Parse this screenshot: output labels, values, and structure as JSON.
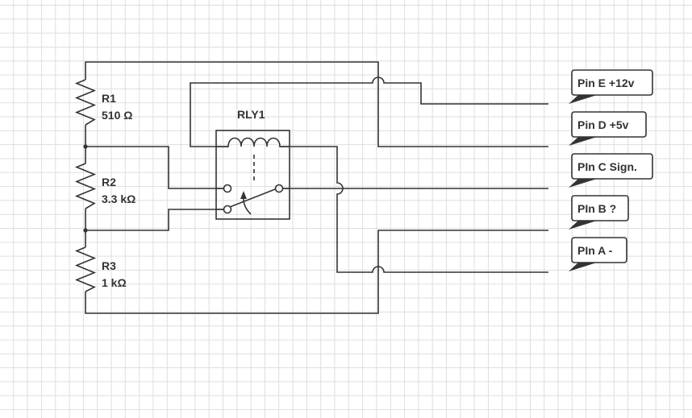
{
  "components": {
    "r1": {
      "name": "R1",
      "value": "510 Ω"
    },
    "r2": {
      "name": "R2",
      "value": "3.3 kΩ"
    },
    "r3": {
      "name": "R3",
      "value": "1 kΩ"
    },
    "relay": {
      "name": "RLY1"
    }
  },
  "pins": [
    {
      "label": "Pin E +12v"
    },
    {
      "label": "Pin D +5v"
    },
    {
      "label": "PIn C Sign."
    },
    {
      "label": "PIn B ?"
    },
    {
      "label": "PIn A -"
    }
  ],
  "colors": {
    "line": "#333333",
    "grid": "#dedede",
    "background": "#ffffff"
  }
}
